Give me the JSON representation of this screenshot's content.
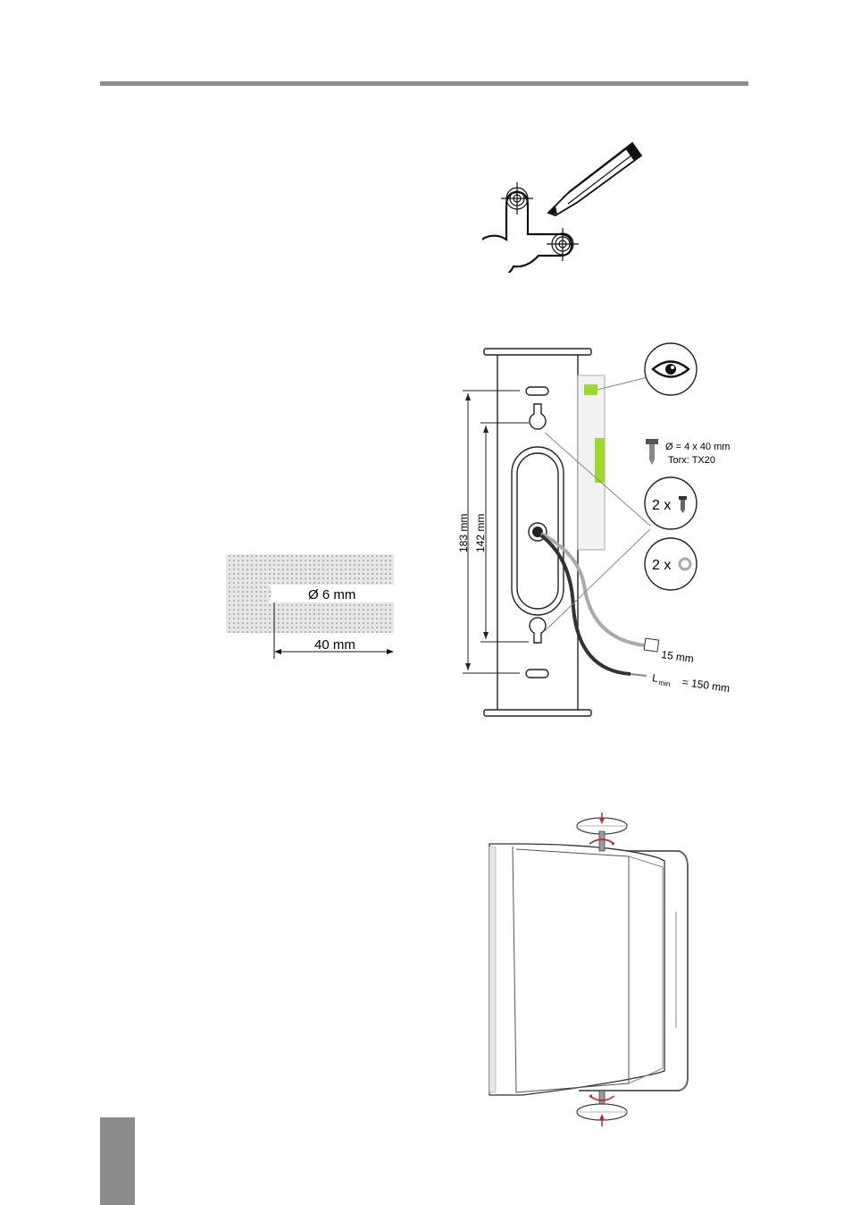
{
  "page": {
    "hole_diagram": {
      "diameter": "Ø 6 mm",
      "depth": "40 mm"
    },
    "bracket_diagram": {
      "dim_outer": "183 mm",
      "dim_inner": "142 mm",
      "screw_spec_line1": "Ø = 4 x 40 mm",
      "screw_spec_line2": "Torx:  TX20",
      "screws_qty": "2 x",
      "washers_qty": "2 x",
      "strip_length": "15 mm",
      "cable_min_prefix": "L",
      "cable_min_sub": "min",
      "cable_min_value": "= 150 mm"
    }
  },
  "colors": {
    "rule": "#8c8c8c",
    "level_bubble": "#9cd92c",
    "rotation_arrow": "#c0272d"
  },
  "icons": [
    "pencil-icon",
    "eye-icon",
    "screw-icon",
    "washer-icon",
    "rotate-arrow-icon"
  ]
}
